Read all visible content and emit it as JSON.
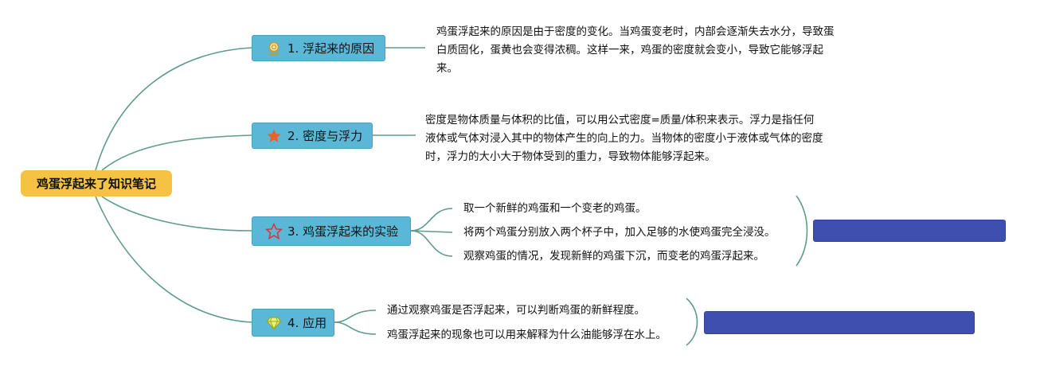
{
  "colors": {
    "root_fill": "#f5c243",
    "branch_fill": "#5bb7d6",
    "line": "#5e9b8c",
    "summary_fill": "#3f4fb0"
  },
  "root": {
    "label": "鸡蛋浮起来了知识笔记"
  },
  "branches": [
    {
      "label": "1. 浮起来的原因",
      "icon": "award-ribbon-icon",
      "description": "鸡蛋浮起来的原因是由于密度的变化。当鸡蛋变老时，内部会逐渐失去水分，导致蛋白质固化，蛋黄也会变得浓稠。这样一来，鸡蛋的密度就会变小，导致它能够浮起来。"
    },
    {
      "label": "2. 密度与浮力",
      "icon": "star-filled-icon",
      "description": "密度是物体质量与体积的比值，可以用公式密度=质量/体积来表示。浮力是指任何液体或气体对浸入其中的物体产生的向上的力。当物体的密度小于液体或气体的密度时，浮力的大小大于物体受到的重力，导致物体能够浮起来。"
    },
    {
      "label": "3. 鸡蛋浮起来的实验",
      "icon": "star-outline-icon",
      "items": [
        "取一个新鲜的鸡蛋和一个变老的鸡蛋。",
        "将两个鸡蛋分别放入两个杯子中，加入足够的水使鸡蛋完全浸没。",
        "观察鸡蛋的情况，发现新鲜的鸡蛋下沉，而变老的鸡蛋浮起来。"
      ],
      "summary": ""
    },
    {
      "label": "4. 应用",
      "icon": "diamond-icon",
      "items": [
        "通过观察鸡蛋是否浮起来，可以判断鸡蛋的新鲜程度。",
        "鸡蛋浮起来的现象也可以用来解释为什么油能够浮在水上。"
      ],
      "summary": ""
    }
  ]
}
